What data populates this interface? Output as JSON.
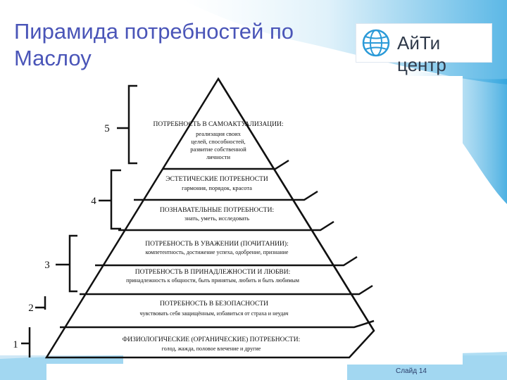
{
  "title": "Пирамида потребностей по Маслоу",
  "logo": {
    "text": "АйТи центр",
    "icon": "globe-icon"
  },
  "pyramid": {
    "levels": [
      {
        "heading": "ПОТРЕБНОСТЬ В САМОАКТУАЛИЗАЦИИ:",
        "lines": [
          "реализация своих",
          "целей, способностей,",
          "развитие собственной",
          "личности"
        ]
      },
      {
        "heading": "ЭСТЕТИЧЕСКИЕ ПОТРЕБНОСТИ",
        "lines": [
          "гармония, порядок, красота"
        ]
      },
      {
        "heading": "ПОЗНАВАТЕЛЬНЫЕ ПОТРЕБНОСТИ:",
        "lines": [
          "знать, уметь, исследовать"
        ]
      },
      {
        "heading": "ПОТРЕБНОСТЬ В УВАЖЕНИИ (ПОЧИТАНИИ):",
        "lines": [
          "компетентность, достижение успеха, одобрение, признание"
        ]
      },
      {
        "heading": "ПОТРЕБНОСТЬ В ПРИНАДЛЕЖНОСТИ И ЛЮБВИ:",
        "lines": [
          "принадлежность к общности, быть принятым, любить и быть любимым"
        ]
      },
      {
        "heading": "ПОТРЕБНОСТЬ В БЕЗОПАСНОСТИ",
        "lines": [
          "чувствовать себя защищённым, избавиться от страха и неудач"
        ]
      },
      {
        "heading": "ФИЗИОЛОГИЧЕСКИЕ (ОРГАНИЧЕСКИЕ) ПОТРЕБНОСТИ:",
        "lines": [
          "голод, жажда, половое влечение и другие"
        ]
      }
    ],
    "groups": [
      "5",
      "4",
      "3",
      "2",
      "1"
    ]
  },
  "footer": {
    "slide": "Слайд 14"
  }
}
